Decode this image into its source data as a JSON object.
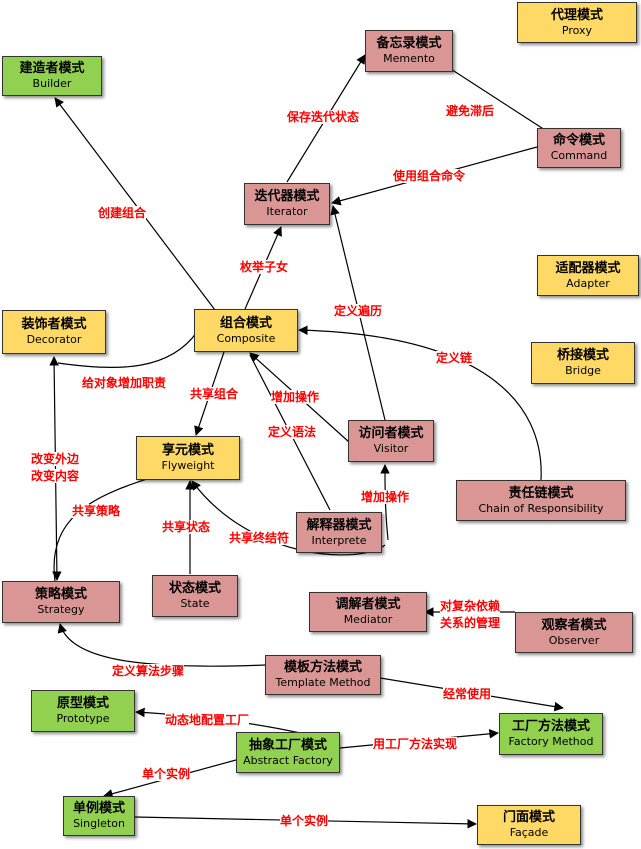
{
  "colors": {
    "creational": "#92d050",
    "structural": "#ffd966",
    "behavioral": "#da9694",
    "relation_text": "#ff0000"
  },
  "nodes": {
    "proxy": {
      "zh": "代理模式",
      "en": "Proxy"
    },
    "memento": {
      "zh": "备忘录模式",
      "en": "Memento"
    },
    "builder": {
      "zh": "建造者模式",
      "en": "Builder"
    },
    "command": {
      "zh": "命令模式",
      "en": "Command"
    },
    "iterator": {
      "zh": "迭代器模式",
      "en": "Iterator"
    },
    "adapter": {
      "zh": "适配器模式",
      "en": "Adapter"
    },
    "decorator": {
      "zh": "装饰者模式",
      "en": "Decorator"
    },
    "composite": {
      "zh": "组合模式",
      "en": "Composite"
    },
    "bridge": {
      "zh": "桥接模式",
      "en": "Bridge"
    },
    "visitor": {
      "zh": "访问者模式",
      "en": "Visitor"
    },
    "flyweight": {
      "zh": "享元模式",
      "en": "Flyweight"
    },
    "chain": {
      "zh": "责任链模式",
      "en": "Chain of Responsibility"
    },
    "interpreter": {
      "zh": "解释器模式",
      "en": "Interprete"
    },
    "strategy": {
      "zh": "策略模式",
      "en": "Strategy"
    },
    "state": {
      "zh": "状态模式",
      "en": "State"
    },
    "mediator": {
      "zh": "调解者模式",
      "en": "Mediator"
    },
    "observer": {
      "zh": "观察者模式",
      "en": "Observer"
    },
    "template_method": {
      "zh": "模板方法模式",
      "en": "Template Method"
    },
    "prototype": {
      "zh": "原型模式",
      "en": "Prototype"
    },
    "factory_method": {
      "zh": "工厂方法模式",
      "en": "Factory Method"
    },
    "abstract_factory": {
      "zh": "抽象工厂模式",
      "en": "Abstract Factory"
    },
    "singleton": {
      "zh": "单例模式",
      "en": "Singleton"
    },
    "facade": {
      "zh": "门面模式",
      "en": "Façade"
    }
  },
  "relations": {
    "iterator_memento": "保存迭代状态",
    "command_memento": "避免滞后",
    "command_iterator": "使用组合命令",
    "composite_builder": "创建组合",
    "composite_iterator": "枚举子女",
    "visitor_iterator": "定义遍历",
    "chain_composite": "定义链",
    "composite_decorator": "给对象增加职责",
    "composite_flyweight": "共享组合",
    "visitor_composite": "增加操作",
    "interpreter_composite": "定义语法",
    "interpreter_visitor": "增加操作",
    "decorator_strategy_1": "改变外边",
    "decorator_strategy_2": "改变内容",
    "strategy_flyweight": "共享策略",
    "state_flyweight": "共享状态",
    "interpreter_flyweight": "共享终结符",
    "observer_mediator_1": "对复杂依赖",
    "observer_mediator_2": "关系的管理",
    "template_strategy": "定义算法步骤",
    "template_factory": "经常使用",
    "abstract_prototype": "动态地配置工厂",
    "abstract_factory_method": "用工厂方法实现",
    "abstract_singleton": "单个实例",
    "singleton_facade": "单个实例"
  }
}
